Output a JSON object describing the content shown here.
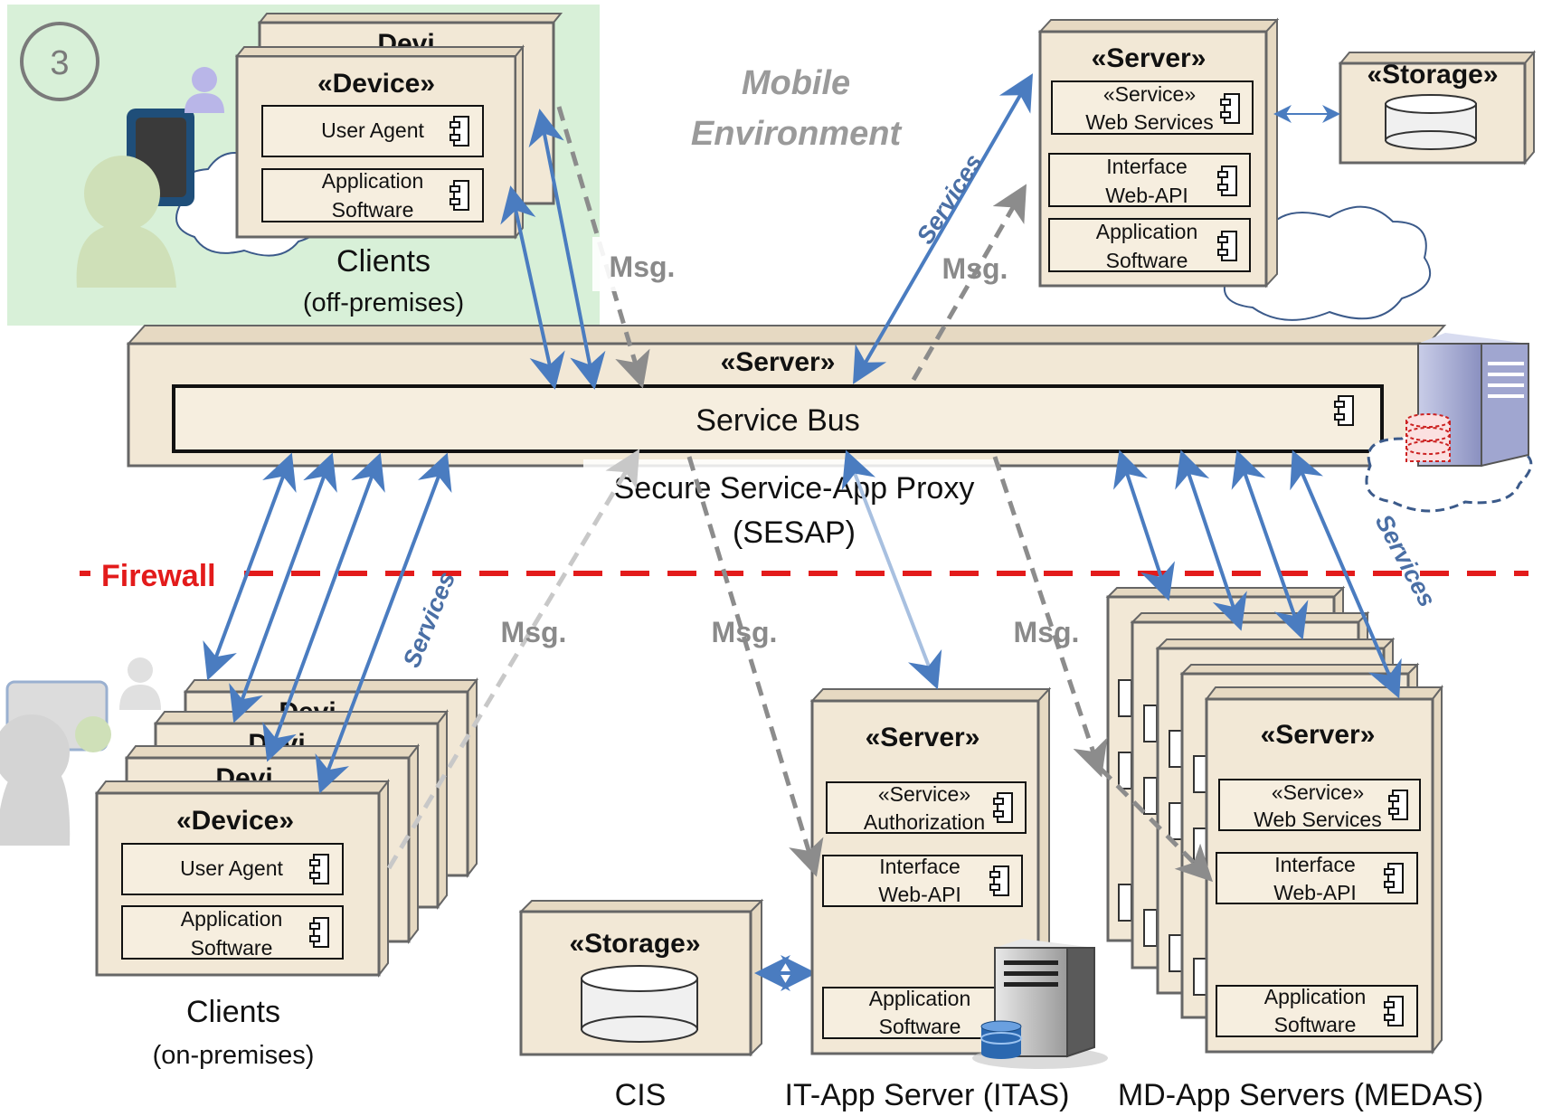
{
  "badge": "3",
  "mobile_environment": [
    "Mobile",
    "Environment"
  ],
  "stereotypes": {
    "device": "«Device»",
    "server": "«Server»",
    "storage": "«Storage»",
    "device_partial": "Devi"
  },
  "components": {
    "user_agent": "User Agent",
    "app_software": [
      "Application",
      "Software"
    ],
    "service_web": [
      "«Service»",
      "Web Services"
    ],
    "service_auth": [
      "«Service»",
      "Authorization"
    ],
    "interface": [
      "Interface",
      "Web-API"
    ]
  },
  "service_bus": "Service Bus",
  "sesap": [
    "Secure Service-App Proxy",
    "(SESAP)"
  ],
  "firewall": "Firewall",
  "clients_off": [
    "Clients",
    "(off-premises)"
  ],
  "clients_on": [
    "Clients",
    "(on-premises)"
  ],
  "msg": "Msg.",
  "services": "Services",
  "footer": {
    "cis": "CIS",
    "itas": "IT-App Server (ITAS)",
    "medas": "MD-App Servers (MEDAS)"
  },
  "colors": {
    "node_fill": "#f2e8d6",
    "node_side": "#e6d9c2",
    "services_arrow": "#4a7cc0",
    "msg_arrow": "#8c8c8c",
    "firewall": "#e31b1b",
    "off_premises_bg": "#d8f0d8"
  }
}
